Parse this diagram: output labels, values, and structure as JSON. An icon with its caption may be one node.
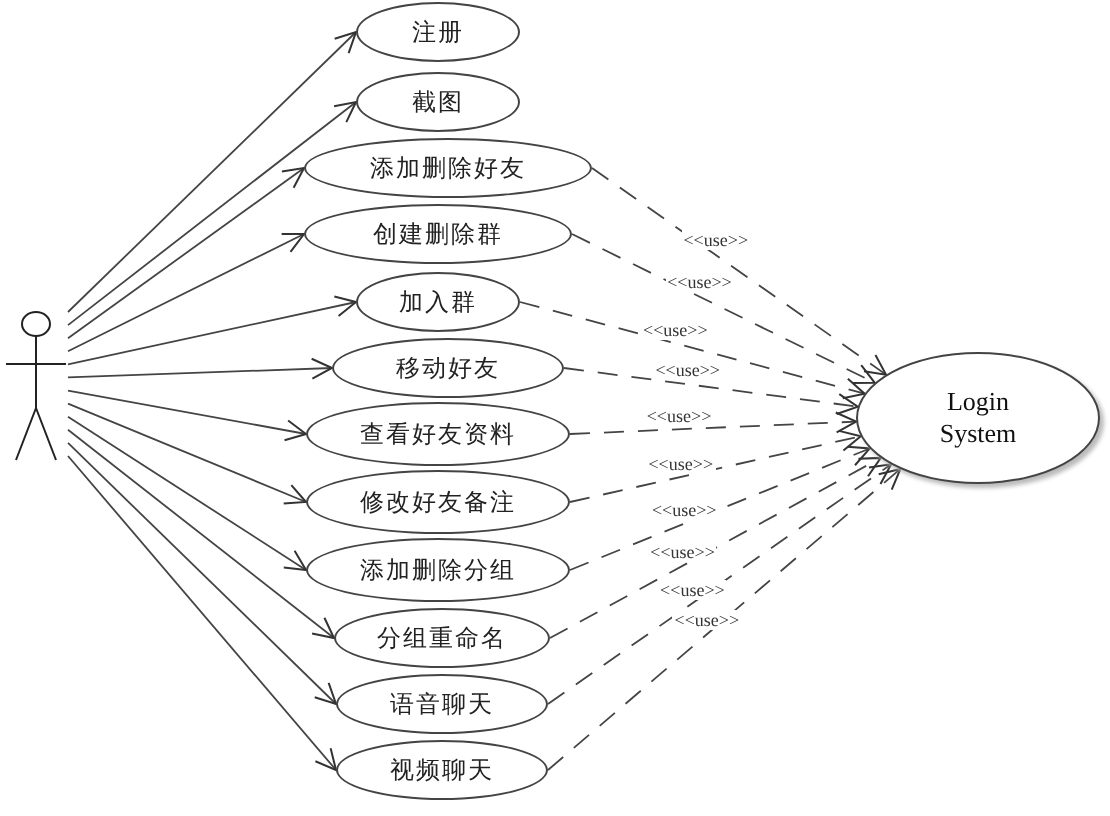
{
  "diagram": {
    "nodes": [
      {
        "text": [],
        "shape": "person"
      },
      {
        "text": [
          "注册"
        ]
      },
      {
        "text": [
          "截图"
        ]
      },
      {
        "text": [
          "添加删除好友"
        ]
      },
      {
        "text": [
          "创建删除群"
        ]
      },
      {
        "text": [
          "加入群"
        ]
      },
      {
        "text": [
          "移动好友"
        ]
      },
      {
        "text": [
          "查看好友资料"
        ]
      },
      {
        "text": [
          "修改好友备注"
        ]
      },
      {
        "text": [
          "添加删除分组"
        ]
      },
      {
        "text": [
          "分组重命名"
        ]
      },
      {
        "text": [
          "语音聊天"
        ]
      },
      {
        "text": [
          "视频聊天"
        ]
      },
      {
        "text": [
          "Login System"
        ]
      }
    ],
    "edges": [
      {
        "from": 0,
        "to": 1,
        "arrow": "to"
      },
      {
        "from": 0,
        "to": 2,
        "arrow": "to"
      },
      {
        "from": 0,
        "to": 3,
        "arrow": "to"
      },
      {
        "from": 0,
        "to": 4,
        "arrow": "to"
      },
      {
        "from": 0,
        "to": 5,
        "arrow": "to"
      },
      {
        "from": 0,
        "to": 6,
        "arrow": "to"
      },
      {
        "from": 0,
        "to": 7,
        "arrow": "to"
      },
      {
        "from": 0,
        "to": 8,
        "arrow": "to"
      },
      {
        "from": 0,
        "to": 9,
        "arrow": "to"
      },
      {
        "from": 0,
        "to": 10,
        "arrow": "to"
      },
      {
        "from": 0,
        "to": 11,
        "arrow": "to"
      },
      {
        "from": 0,
        "to": 12,
        "arrow": "to"
      },
      {
        "from": 3,
        "to": 13,
        "arrow": "to",
        "style": "dashed",
        "label": "<<use>>"
      },
      {
        "from": 4,
        "to": 13,
        "arrow": "to",
        "style": "dashed",
        "label": "<<use>>"
      },
      {
        "from": 5,
        "to": 13,
        "arrow": "to",
        "style": "dashed",
        "label": "<<use>>"
      },
      {
        "from": 6,
        "to": 13,
        "arrow": "to",
        "style": "dashed",
        "label": "<<use>>"
      },
      {
        "from": 7,
        "to": 13,
        "arrow": "to",
        "style": "dashed",
        "label": "<<use>>"
      },
      {
        "from": 8,
        "to": 13,
        "arrow": "to",
        "style": "dashed",
        "label": "<<use>>"
      },
      {
        "from": 9,
        "to": 13,
        "arrow": "to",
        "style": "dashed",
        "label": "<<use>>"
      },
      {
        "from": 10,
        "to": 13,
        "arrow": "to",
        "style": "dashed",
        "label": "<<use>>"
      },
      {
        "from": 11,
        "to": 13,
        "arrow": "to",
        "style": "dashed",
        "label": "<<use>>"
      },
      {
        "from": 12,
        "to": 13,
        "arrow": "to",
        "style": "dashed",
        "label": "<<use>>"
      }
    ]
  }
}
